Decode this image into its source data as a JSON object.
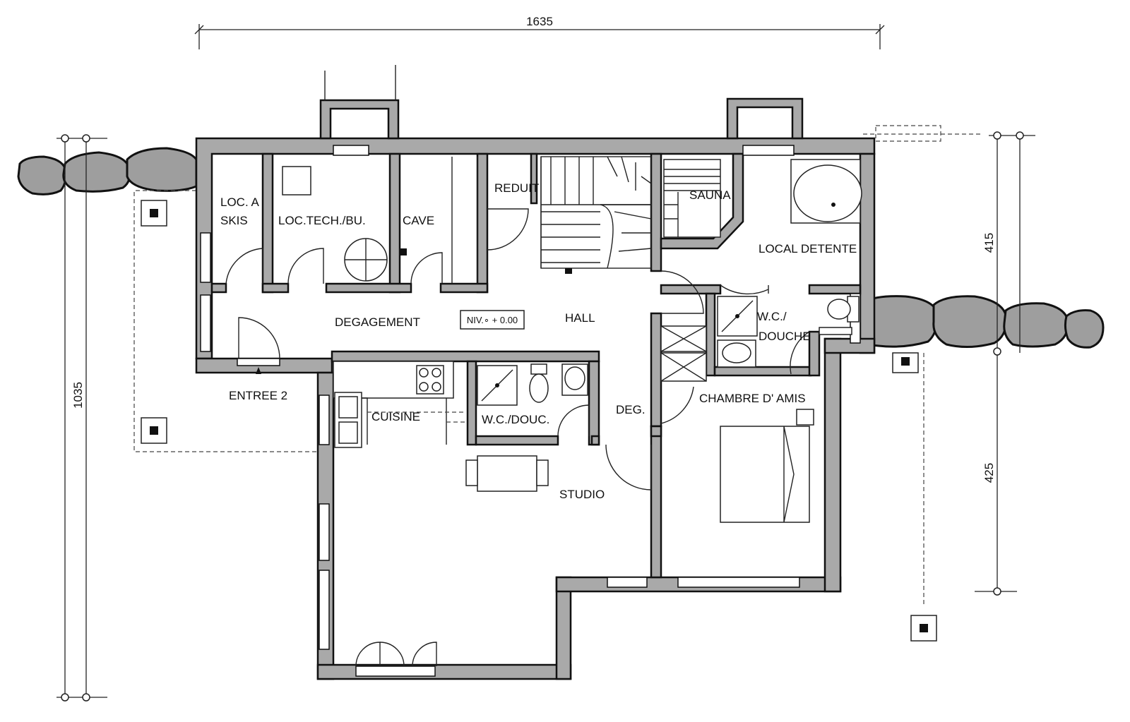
{
  "dimensions": {
    "top": "1635",
    "left": "1035",
    "right_upper": "415",
    "right_lower": "425"
  },
  "rooms": {
    "loc_skis_line1": "LOC. A",
    "loc_skis_line2": "SKIS",
    "loc_tech": "LOC.TECH./BU.",
    "cave": "CAVE",
    "reduit": "REDUIT",
    "sauna": "SAUNA",
    "local_detente": "LOCAL DETENTE",
    "degagement": "DEGAGEMENT",
    "niveau": "NIV.∘ + 0.00",
    "hall": "HALL",
    "wc_douche_line1": "W.C./",
    "wc_douche_line2": "DOUCHE",
    "entree": "ENTREE 2",
    "cuisine": "CUISINE",
    "wc_douc": "W.C./DOUC.",
    "deg": "DEG.",
    "chambre": "CHAMBRE D' AMIS",
    "studio": "STUDIO"
  }
}
